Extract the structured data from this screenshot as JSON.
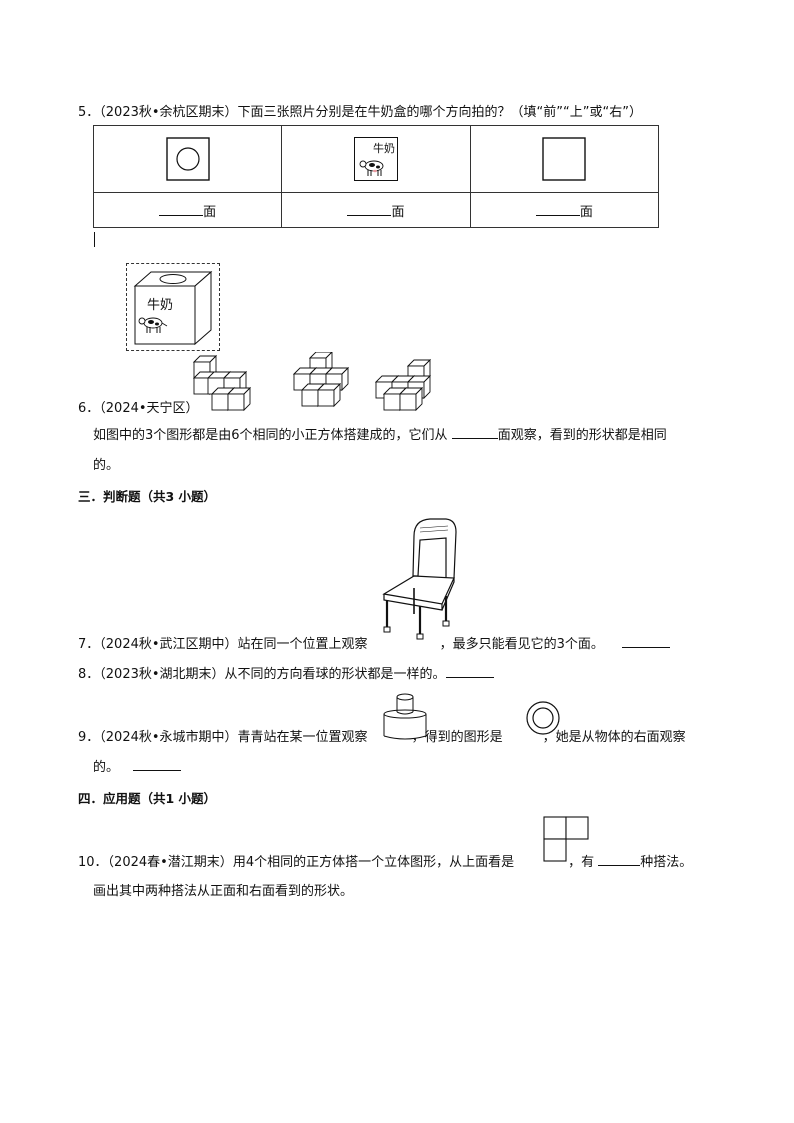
{
  "q5": {
    "number": "5．",
    "source": "（2023秋•余杭区期末）",
    "text": "下面三张照片分别是在牛奶盒的哪个方向拍的？（填“前”“上”或“右”）",
    "photo_label": "牛奶",
    "cells": [
      {
        "suffix": "面"
      },
      {
        "suffix": "面"
      },
      {
        "suffix": "面"
      }
    ],
    "box_label": "牛奶"
  },
  "q6": {
    "number": "6．",
    "source": "（2024•天宁区）",
    "line1_a": "如图中的3个图形都是由6个相同的小正方体搭建成的，它们从",
    "line1_b": "面观察，看到的形状都是相同",
    "line2": "的。"
  },
  "section3": {
    "title": "三．判断题（共3 小题）"
  },
  "q7": {
    "number": "7．",
    "source": "（2024秋•武江区期中）",
    "text_a": "站在同一个位置上观察",
    "text_b": "，最多只能看见它的3个面。"
  },
  "q8": {
    "number": "8．",
    "source": "（2023秋•湖北期末）",
    "text": "从不同的方向看球的形状都是一样的。"
  },
  "q9": {
    "number": "9．",
    "source": "（2024秋•永城市期中）",
    "text_a": "青青站在某一位置观察",
    "text_b": "，得到的图形是",
    "text_c": "，她是从物体的右面观察",
    "line2": "的。"
  },
  "section4": {
    "title": "四．应用题（共1 小题）"
  },
  "q10": {
    "number": "10．",
    "source": "（2024春•潜江期末）",
    "text_a": "用4个相同的正方体搭一个立体图形，从上面看是",
    "text_b": "，有",
    "text_c": "种搭法。",
    "line2": "画出其中两种搭法从正面和右面看到的形状。"
  },
  "colors": {
    "text": "#111111",
    "border": "#333333"
  }
}
